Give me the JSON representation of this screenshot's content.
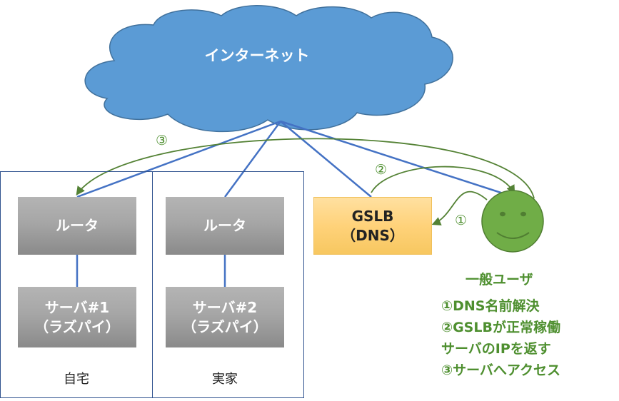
{
  "cloud": {
    "label": "インターネット",
    "fill": "#5b9bd5",
    "stroke": "#41719c"
  },
  "home": {
    "label": "自宅",
    "router": {
      "label": "ルータ"
    },
    "server": {
      "line1": "サーバ#1",
      "line2": "（ラズパイ）"
    }
  },
  "parents": {
    "label": "実家",
    "router": {
      "label": "ルータ"
    },
    "server": {
      "line1": "サーバ#2",
      "line2": "（ラズパイ）"
    }
  },
  "gslb": {
    "line1": "GSLB",
    "line2": "（DNS）"
  },
  "user": {
    "label": "一般ユーザ",
    "face_color": "#70ad47",
    "steps": [
      "①DNS名前解決",
      "②GSLBが正常稼働",
      "サーバのIPを返す",
      "③サーバへアクセス"
    ]
  },
  "arrow_marks": {
    "one": "①",
    "two": "②",
    "three": "③"
  },
  "colors": {
    "link_blue": "#4472c4",
    "arrow_green": "#548235",
    "text_green": "#4e8f2f"
  }
}
